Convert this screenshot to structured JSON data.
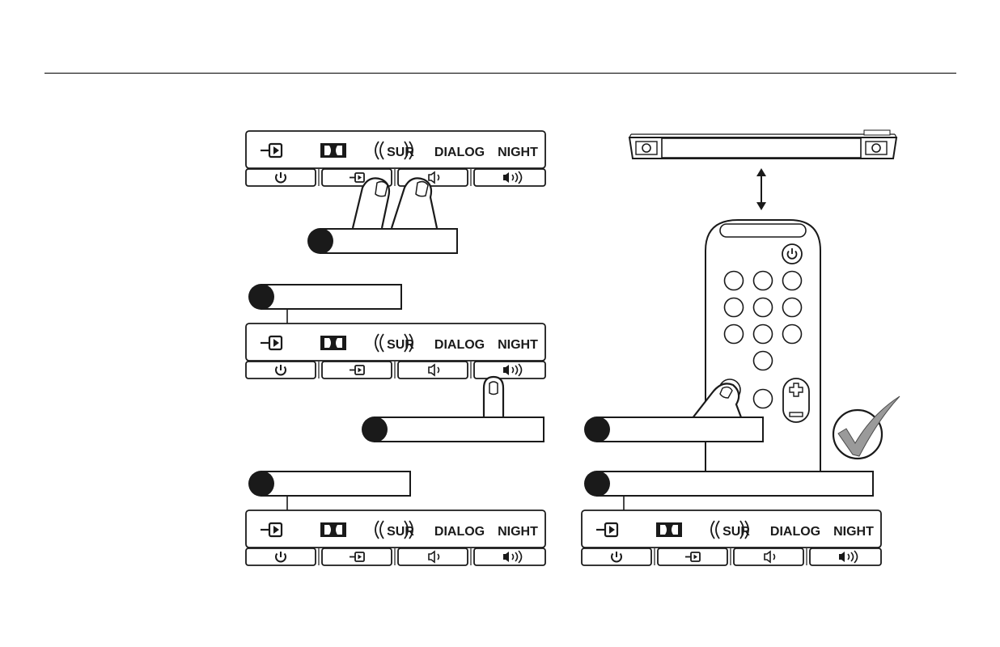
{
  "panel": {
    "indicators": [
      "DIALOG",
      "NIGHT"
    ],
    "surround_label": "SUR",
    "icons": {
      "top": [
        "input-icon",
        "dolby-icon",
        "surround-icon"
      ],
      "buttons": [
        "power-icon",
        "input-icon",
        "volume-down-icon",
        "volume-up-icon"
      ]
    }
  },
  "remote": {
    "icons": [
      "power-icon",
      "volume-plus-icon",
      "volume-minus-icon"
    ]
  },
  "decorations": [
    "checkmark-icon",
    "double-arrow-icon",
    "hand-icon"
  ],
  "colors": {
    "ink": "#1a1a1a",
    "paper": "#ffffff",
    "rule": "#222222"
  }
}
